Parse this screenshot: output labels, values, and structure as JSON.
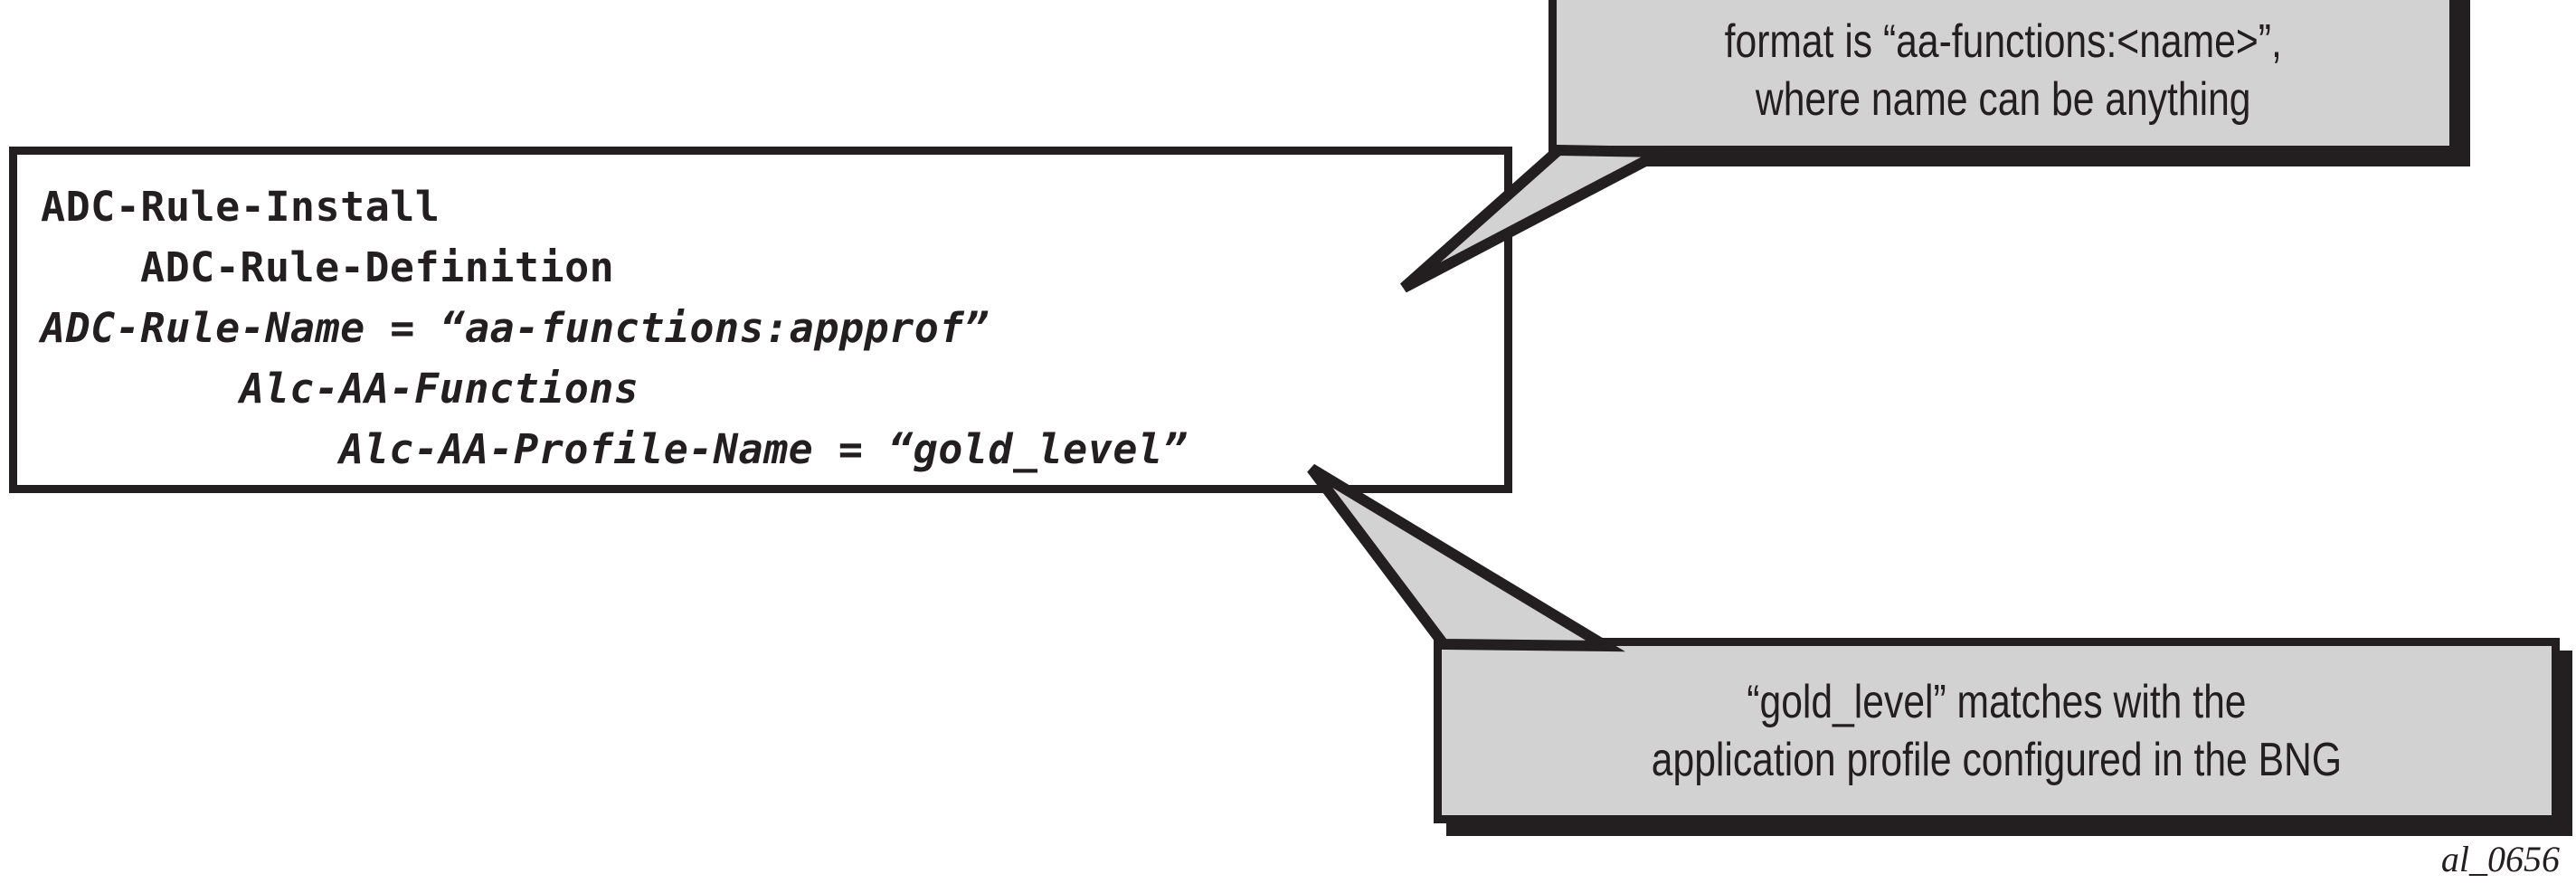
{
  "figure": {
    "id_label": "al_0656",
    "background_color": "#ffffff",
    "ink_color": "#231f20",
    "callout_fill_color": "#d2d2d2"
  },
  "code_box": {
    "name": "radius-adc-rule-install-attributes",
    "lines": [
      {
        "indent": 0,
        "style": "regular",
        "text": "ADC-Rule-Install"
      },
      {
        "indent": 1,
        "style": "regular",
        "text": "ADC-Rule-Definition"
      },
      {
        "indent": 2,
        "style": "italic",
        "text": "ADC-Rule-Name = “aa-functions:appprof”"
      },
      {
        "indent": 2,
        "style": "italic",
        "text": "Alc-AA-Functions"
      },
      {
        "indent": 3,
        "style": "italic",
        "text": "Alc-AA-Profile-Name = “gold_level”"
      }
    ]
  },
  "callouts": [
    {
      "name": "format-note",
      "text": "format is “aa-functions:<name>”,\nwhere name can be anything"
    },
    {
      "name": "gold-level-note",
      "text": "“gold_level” matches with the\napplication profile configured in the BNG"
    }
  ]
}
